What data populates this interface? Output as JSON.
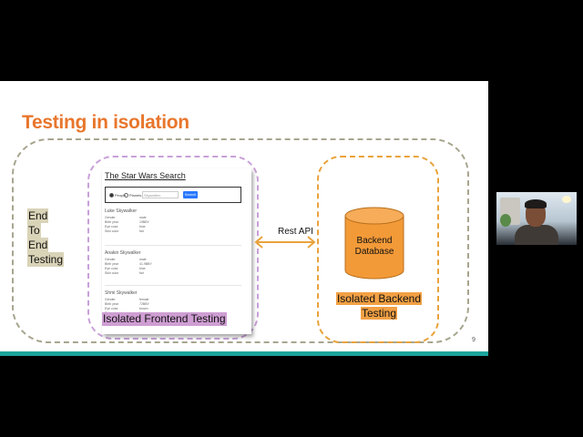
{
  "slide": {
    "title": "Testing in isolation",
    "page_number": "9",
    "e2e_lines": [
      "End",
      "To",
      "End",
      "Testing"
    ],
    "frontend_label": "Isolated Frontend Testing",
    "backend_label_lines": [
      "Isolated Backend",
      "Testing"
    ],
    "db_label_lines": [
      "Backend",
      "Database"
    ],
    "arrow_label": "Rest API",
    "colors": {
      "title": "#e8762c",
      "frontend": "#cf9ed3",
      "backend": "#f2a044",
      "e2e": "#d9d3b8",
      "accent_bar": "#1ba39c"
    }
  },
  "app": {
    "title": "The Star Wars Search",
    "radio_people": "People",
    "radio_planets": "Planets",
    "search_placeholder": "Skywalker",
    "search_button": "Search",
    "field_labels": [
      "Gender",
      "Birth year",
      "Eye color",
      "Skin color"
    ],
    "results": [
      {
        "name": "Luke Skywalker",
        "values": [
          "male",
          "19BBY",
          "blue",
          "fair"
        ]
      },
      {
        "name": "Anakin Skywalker",
        "values": [
          "male",
          "41.9BBY",
          "blue",
          "fair"
        ]
      },
      {
        "name": "Shmi Skywalker",
        "values": [
          "female",
          "72BBY",
          "brown",
          "fair"
        ]
      }
    ]
  }
}
